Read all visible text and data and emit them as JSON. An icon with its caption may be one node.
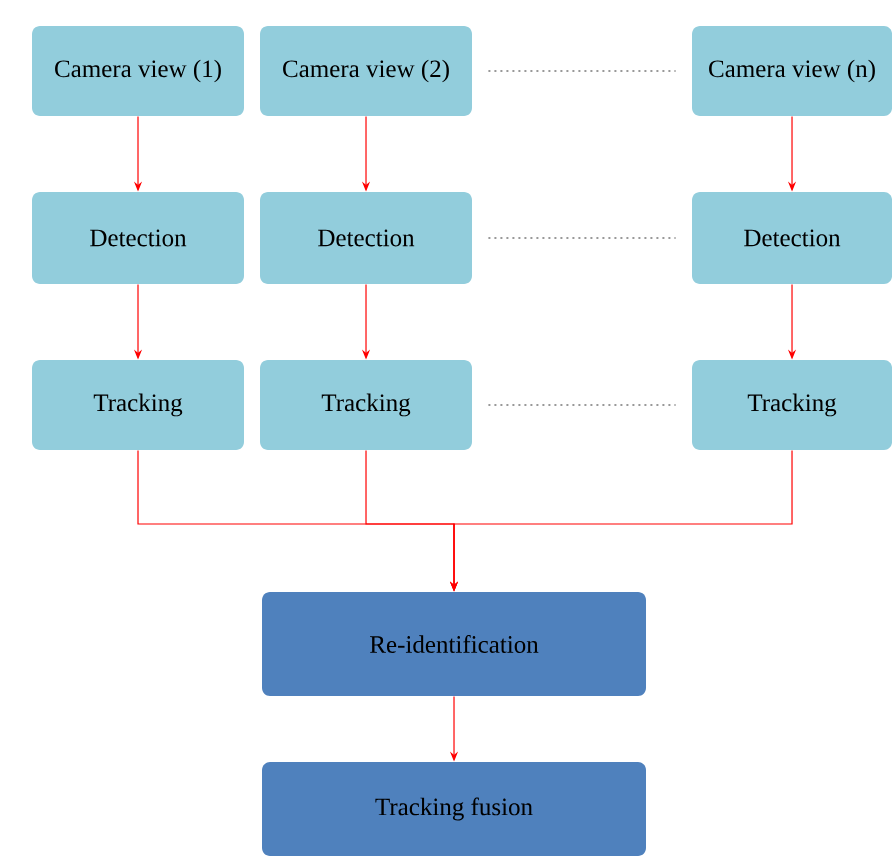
{
  "diagram": {
    "nodes": [
      {
        "text": [
          "Camera view (1)"
        ]
      },
      {
        "text": [
          "Camera view (2)"
        ]
      },
      {
        "text": [
          "Camera view (n)"
        ]
      },
      {
        "text": [
          "Detection"
        ]
      },
      {
        "text": [
          "Detection"
        ]
      },
      {
        "text": [
          "Detection"
        ]
      },
      {
        "text": [
          "Tracking"
        ]
      },
      {
        "text": [
          "Tracking"
        ]
      },
      {
        "text": [
          "Tracking"
        ]
      },
      {
        "text": [
          "Re-identification"
        ]
      },
      {
        "text": [
          "Tracking fusion"
        ]
      }
    ],
    "edges": [
      {
        "from": 0,
        "to": 3,
        "arrow": "to"
      },
      {
        "from": 1,
        "to": 4,
        "arrow": "to"
      },
      {
        "from": 2,
        "to": 5,
        "arrow": "to"
      },
      {
        "from": 3,
        "to": 6,
        "arrow": "to"
      },
      {
        "from": 4,
        "to": 7,
        "arrow": "to"
      },
      {
        "from": 5,
        "to": 8,
        "arrow": "to"
      },
      {
        "from": 6,
        "to": 9,
        "arrow": "to"
      },
      {
        "from": 7,
        "to": 9,
        "arrow": "to"
      },
      {
        "from": 8,
        "to": 9,
        "arrow": "to"
      },
      {
        "from": 9,
        "to": 10,
        "arrow": "to"
      },
      {
        "from": 1,
        "to": 2,
        "arrow": "none",
        "style": "dashed",
        "color": "#999999"
      },
      {
        "from": 4,
        "to": 5,
        "arrow": "none",
        "style": "dashed",
        "color": "#999999"
      },
      {
        "from": 7,
        "to": 8,
        "arrow": "none",
        "style": "dashed",
        "color": "#999999"
      }
    ]
  }
}
